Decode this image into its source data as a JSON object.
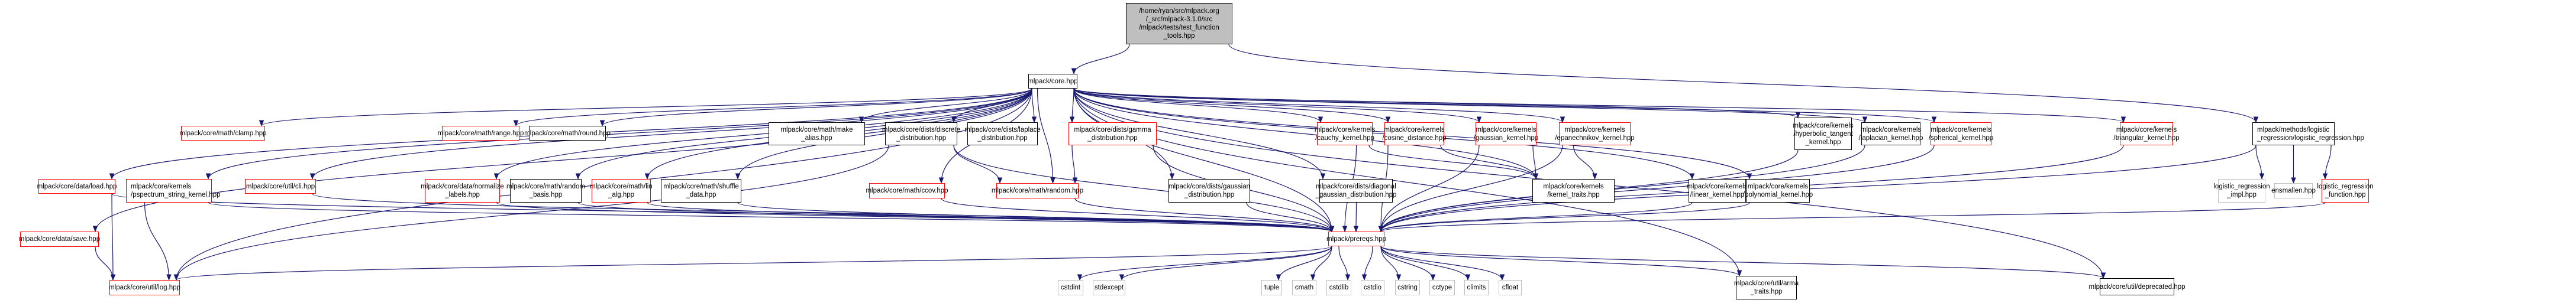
{
  "diagram": {
    "type": "include-dependency-graph",
    "edge_color": "#191970",
    "colors": {
      "root_fill": "#bfbfbf",
      "documented_border": "#000000",
      "truncated_border": "#ff0000",
      "external_border": "#bfbfbf"
    },
    "nodes": {
      "root": "/home/ryan/src/mlpack.org\n/_src/mlpack-3.1.0/src\n/mlpack/tests/test_function\n_tools.hpp",
      "core": "mlpack/core.hpp",
      "clamp": "mlpack/core/math/clamp.hpp",
      "range": "mlpack/core/math/range.hpp",
      "round": "mlpack/core/math/round.hpp",
      "make_alias": "mlpack/core/math/make\n_alias.hpp",
      "discrete": "mlpack/core/dists/discrete\n_distribution.hpp",
      "laplace": "mlpack/core/dists/laplace\n_distribution.hpp",
      "gamma": "mlpack/core/dists/gamma\n_distribution.hpp",
      "cauchy": "mlpack/core/kernels\n/cauchy_kernel.hpp",
      "cosine": "mlpack/core/kernels\n/cosine_distance.hpp",
      "gaussian_kernel": "mlpack/core/kernels\n/gaussian_kernel.hpp",
      "epanechnikov": "mlpack/core/kernels\n/epanechnikov_kernel.hpp",
      "hyperbolic": "mlpack/core/kernels\n/hyperbolic_tangent\n_kernel.hpp",
      "laplacian": "mlpack/core/kernels\n/laplacian_kernel.hpp",
      "spherical": "mlpack/core/kernels\n/spherical_kernel.hpp",
      "triangular": "mlpack/core/kernels\n/triangular_kernel.hpp",
      "logreg": "mlpack/methods/logistic\n_regression/logistic_regression.hpp",
      "load": "mlpack/core/data/load.hpp",
      "pspectrum": "mlpack/core/kernels\n/pspectrum_string_kernel.hpp",
      "cli": "mlpack/core/util/cli.hpp",
      "normalize": "mlpack/core/data/normalize\n_labels.hpp",
      "random_basis": "mlpack/core/math/random\n_basis.hpp",
      "lin_alg": "mlpack/core/math/lin\n_alg.hpp",
      "shuffle": "mlpack/core/math/shuffle\n_data.hpp",
      "ccov": "mlpack/core/math/ccov.hpp",
      "random": "mlpack/core/math/random.hpp",
      "gaussian_dist": "mlpack/core/dists/gaussian\n_distribution.hpp",
      "diagonal": "mlpack/core/dists/diagonal\n_gaussian_distribution.hpp",
      "kernel_traits": "mlpack/core/kernels\n/kernel_traits.hpp",
      "linear": "mlpack/core/kernels\n/linear_kernel.hpp",
      "polynomial": "mlpack/core/kernels\n/polynomial_kernel.hpp",
      "logreg_impl": "logistic_regression\n_impl.hpp",
      "ensmallen": "ensmallen.hpp",
      "logreg_function": "logistic_regression\n_function.hpp",
      "save": "mlpack/core/data/save.hpp",
      "prereqs": "mlpack/prereqs.hpp",
      "log": "mlpack/core/util/log.hpp",
      "cstdint": "cstdint",
      "stdexcept": "stdexcept",
      "tuple": "tuple",
      "cmath": "cmath",
      "cstdlib": "cstdlib",
      "cstdio": "cstdio",
      "cstring": "cstring",
      "cctype": "cctype",
      "climits": "climits",
      "cfloat": "cfloat",
      "arma_traits": "mlpack/core/util/arma\n_traits.hpp",
      "deprecated": "mlpack/core/util/deprecated.hpp"
    },
    "edges": [
      [
        "root",
        "core"
      ],
      [
        "root",
        "logreg"
      ],
      [
        "core",
        "clamp"
      ],
      [
        "core",
        "range"
      ],
      [
        "core",
        "round"
      ],
      [
        "core",
        "make_alias"
      ],
      [
        "core",
        "discrete"
      ],
      [
        "core",
        "laplace"
      ],
      [
        "core",
        "gamma"
      ],
      [
        "core",
        "cauchy"
      ],
      [
        "core",
        "cosine"
      ],
      [
        "core",
        "gaussian_kernel"
      ],
      [
        "core",
        "epanechnikov"
      ],
      [
        "core",
        "hyperbolic"
      ],
      [
        "core",
        "laplacian"
      ],
      [
        "core",
        "spherical"
      ],
      [
        "core",
        "triangular"
      ],
      [
        "core",
        "load"
      ],
      [
        "core",
        "pspectrum"
      ],
      [
        "core",
        "cli"
      ],
      [
        "core",
        "normalize"
      ],
      [
        "core",
        "random_basis"
      ],
      [
        "core",
        "lin_alg"
      ],
      [
        "core",
        "shuffle"
      ],
      [
        "core",
        "ccov"
      ],
      [
        "core",
        "random"
      ],
      [
        "core",
        "gaussian_dist"
      ],
      [
        "core",
        "diagonal"
      ],
      [
        "core",
        "kernel_traits"
      ],
      [
        "core",
        "linear"
      ],
      [
        "core",
        "polynomial"
      ],
      [
        "core",
        "save"
      ],
      [
        "core",
        "log"
      ],
      [
        "core",
        "prereqs"
      ],
      [
        "core",
        "arma_traits"
      ],
      [
        "core",
        "deprecated"
      ],
      [
        "discrete",
        "random"
      ],
      [
        "discrete",
        "prereqs"
      ],
      [
        "discrete",
        "log"
      ],
      [
        "gamma",
        "random"
      ],
      [
        "gamma",
        "prereqs"
      ],
      [
        "cauchy",
        "kernel_traits"
      ],
      [
        "cauchy",
        "prereqs"
      ],
      [
        "cosine",
        "kernel_traits"
      ],
      [
        "cosine",
        "prereqs"
      ],
      [
        "gaussian_kernel",
        "kernel_traits"
      ],
      [
        "gaussian_kernel",
        "prereqs"
      ],
      [
        "epanechnikov",
        "kernel_traits"
      ],
      [
        "epanechnikov",
        "prereqs"
      ],
      [
        "hyperbolic",
        "prereqs"
      ],
      [
        "laplacian",
        "prereqs"
      ],
      [
        "spherical",
        "prereqs"
      ],
      [
        "triangular",
        "prereqs"
      ],
      [
        "load",
        "log"
      ],
      [
        "load",
        "prereqs"
      ],
      [
        "save",
        "log"
      ],
      [
        "pspectrum",
        "log"
      ],
      [
        "pspectrum",
        "prereqs"
      ],
      [
        "cli",
        "prereqs"
      ],
      [
        "normalize",
        "prereqs"
      ],
      [
        "random_basis",
        "prereqs"
      ],
      [
        "lin_alg",
        "prereqs"
      ],
      [
        "shuffle",
        "prereqs"
      ],
      [
        "ccov",
        "prereqs"
      ],
      [
        "random",
        "prereqs"
      ],
      [
        "gaussian_dist",
        "prereqs"
      ],
      [
        "diagonal",
        "prereqs"
      ],
      [
        "linear",
        "prereqs"
      ],
      [
        "polynomial",
        "prereqs"
      ],
      [
        "logreg",
        "logreg_impl"
      ],
      [
        "logreg",
        "ensmallen"
      ],
      [
        "logreg",
        "logreg_function"
      ],
      [
        "logreg",
        "prereqs"
      ],
      [
        "logreg_function",
        "prereqs"
      ],
      [
        "prereqs",
        "log"
      ],
      [
        "prereqs",
        "cstdint"
      ],
      [
        "prereqs",
        "stdexcept"
      ],
      [
        "prereqs",
        "tuple"
      ],
      [
        "prereqs",
        "cmath"
      ],
      [
        "prereqs",
        "cstdlib"
      ],
      [
        "prereqs",
        "cstdio"
      ],
      [
        "prereqs",
        "cstring"
      ],
      [
        "prereqs",
        "cctype"
      ],
      [
        "prereqs",
        "climits"
      ],
      [
        "prereqs",
        "cfloat"
      ],
      [
        "prereqs",
        "arma_traits"
      ],
      [
        "prereqs",
        "deprecated"
      ]
    ]
  }
}
